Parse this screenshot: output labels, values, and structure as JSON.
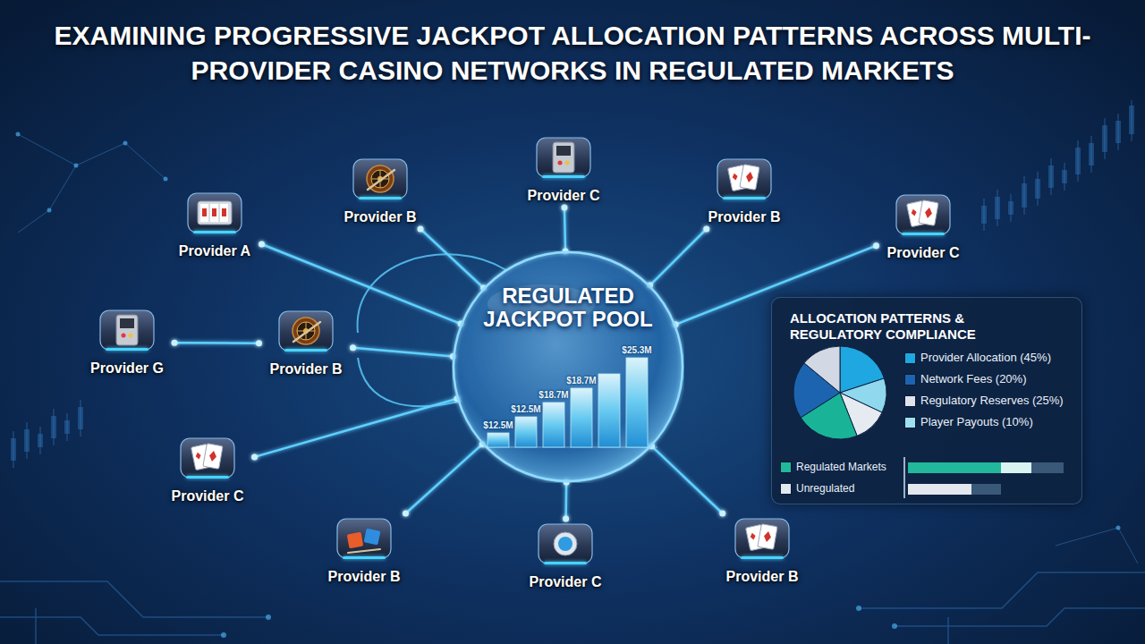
{
  "diagram": {
    "title": "EXAMINING PROGRESSIVE JACKPOT ALLOCATION PATTERNS ACROSS MULTI-PROVIDER CASINO NETWORKS IN REGULATED MARKETS",
    "nodes": [
      {
        "text": [
          "Provider A"
        ]
      },
      {
        "text": [
          "Provider B"
        ]
      },
      {
        "text": [
          "Provider C"
        ]
      },
      {
        "text": [
          "Provider B"
        ]
      },
      {
        "text": [
          "Provider C"
        ]
      },
      {
        "text": [
          "Provider G"
        ]
      },
      {
        "text": [
          "Provider B"
        ]
      },
      {
        "text": [
          "REGULATED JACKPOT POOL"
        ]
      },
      {
        "text": [
          "ALLOCATION PATTERNS & REGULATORY COMPLIANCE"
        ]
      },
      {
        "text": [
          "Provider C"
        ]
      },
      {
        "text": [
          "Provider B"
        ]
      },
      {
        "text": [
          "Provider C"
        ]
      },
      {
        "text": [
          "Provider B"
        ]
      }
    ],
    "edges": [
      {
        "from": 0,
        "to": 7,
        "arrow": "none"
      },
      {
        "from": 1,
        "to": 7,
        "arrow": "none"
      },
      {
        "from": 2,
        "to": 7,
        "arrow": "none"
      },
      {
        "from": 3,
        "to": 7,
        "arrow": "none"
      },
      {
        "from": 4,
        "to": 7,
        "arrow": "none"
      },
      {
        "from": 5,
        "to": 6,
        "arrow": "none"
      },
      {
        "from": 6,
        "to": 7,
        "arrow": "none"
      },
      {
        "from": 9,
        "to": 7,
        "arrow": "none"
      },
      {
        "from": 10,
        "to": 7,
        "arrow": "none"
      },
      {
        "from": 11,
        "to": 7,
        "arrow": "none"
      },
      {
        "from": 12,
        "to": 7,
        "arrow": "none"
      }
    ],
    "labels": [
      "$12.5M",
      "$12.5M",
      "$18.7M",
      "$18.7M",
      "$25.3M"
    ],
    "legend": [
      {
        "text": "Provider Allocation (45%)",
        "color": "#1ea7e1"
      },
      {
        "text": "Network Fees (20%)",
        "color": "#1d64b0"
      },
      {
        "text": "Regulatory Reserves (25%)",
        "color": "#dfe4ec"
      },
      {
        "text": "Player Payouts (10%)",
        "color": "#9fe0f0"
      },
      {
        "text": "Regulated Markets",
        "color": "#22b89b"
      },
      {
        "text": "Unregulated",
        "color": "#e3e7ee"
      }
    ]
  }
}
